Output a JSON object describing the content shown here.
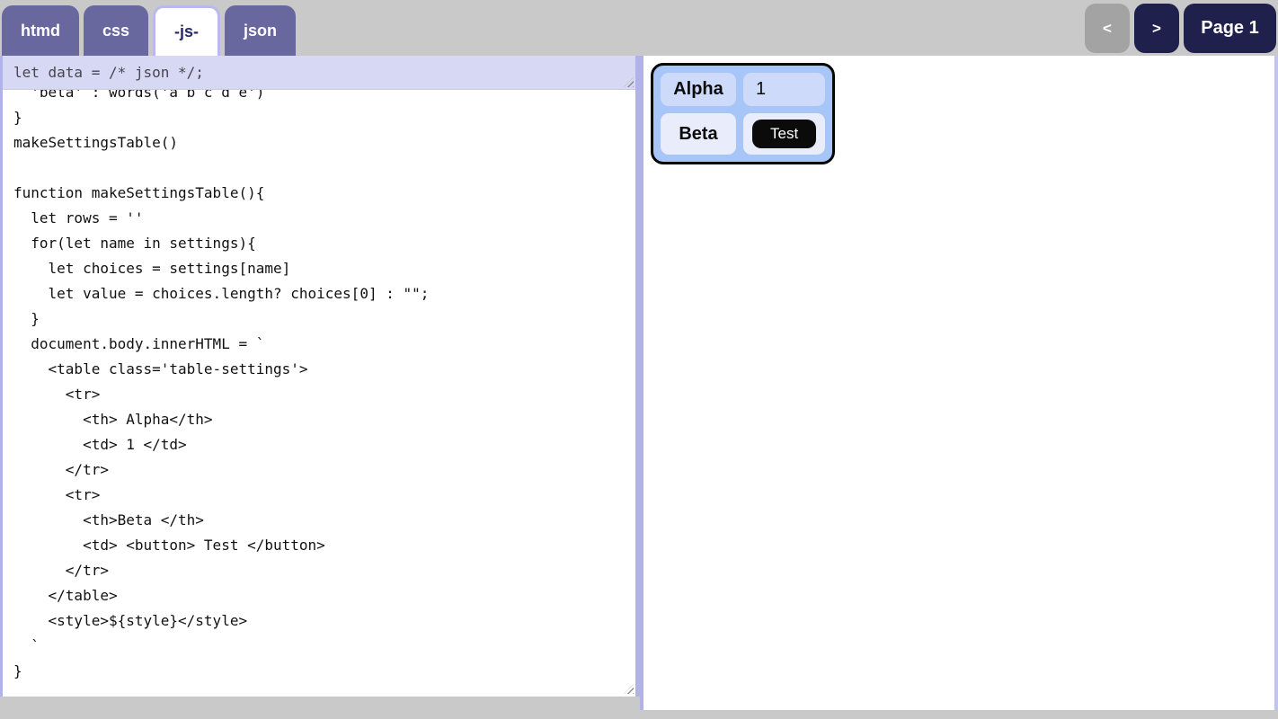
{
  "tabs": [
    {
      "label": "htmd",
      "active": false
    },
    {
      "label": "css",
      "active": false
    },
    {
      "label": "-js-",
      "active": true
    },
    {
      "label": "json",
      "active": false
    }
  ],
  "pager": {
    "prev_label": "<",
    "next_label": ">",
    "page_label": "Page 1"
  },
  "editor": {
    "data_line": "let data = /* json */;",
    "code": "  'beta' : words('a b c d e')\n}\nmakeSettingsTable()\n\nfunction makeSettingsTable(){\n  let rows = ''\n  for(let name in settings){\n    let choices = settings[name]\n    let value = choices.length? choices[0] : \"\";\n  }\n  document.body.innerHTML = `\n    <table class='table-settings'>\n      <tr>\n        <th> Alpha</th>\n        <td> 1 </td>\n      </tr>\n      <tr>\n        <th>Beta </th>\n        <td> <button> Test </button>\n      </tr>\n    </table>\n    <style>${style}</style>\n  `\n}"
  },
  "preview": {
    "rows": [
      {
        "header": "Alpha",
        "value": "1"
      },
      {
        "header": "Beta",
        "button_label": "Test"
      }
    ]
  },
  "colors": {
    "tab_inactive": "#68689f",
    "tab_active_text": "#28286e",
    "tab_active_border": "#b9b9f0",
    "nav_button": "#20204d",
    "nav_button_disabled": "#a3a3a3",
    "editor_top_bg": "#d7d8f4",
    "pane_border": "#b2b2ea",
    "table_bg": "#a7c6f7",
    "cell_row1_bg": "#cddafa",
    "cell_row2_bg": "#e9ecfb",
    "test_button_bg": "#0b0b0b"
  }
}
